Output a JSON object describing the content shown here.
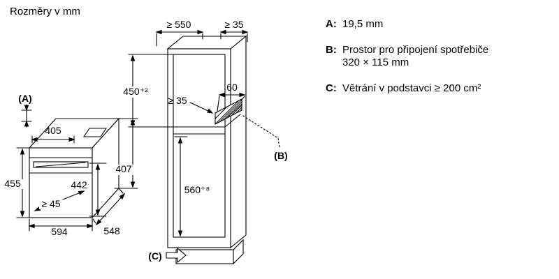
{
  "title": "Rozměry v mm",
  "legend": {
    "items": [
      {
        "key": "A:",
        "line1": "19,5 mm",
        "line2": ""
      },
      {
        "key": "B:",
        "line1": "Prostor pro připojení spotřebiče",
        "line2": "320 × 115 mm"
      },
      {
        "key": "C:",
        "line1": "Větrání v podstavci ≥ 200 cm²",
        "line2": ""
      }
    ]
  },
  "oven": {
    "label_a": "(A)",
    "dim_top_depth": "405",
    "dim_height_front": "455",
    "dim_height_inner": "442",
    "dim_door_gap": "≥ 45",
    "dim_width": "594",
    "dim_depth": "548",
    "dim_height_body": "407"
  },
  "cabinet": {
    "dim_depth": "≥ 550",
    "dim_back_gap": "≥ 35",
    "dim_niche_height": "450⁺²",
    "dim_conn_offset": "≥ 35",
    "dim_conn_width": "60",
    "label_b": "(B)",
    "dim_lower_height": "560⁺⁸",
    "label_c": "(C)"
  }
}
